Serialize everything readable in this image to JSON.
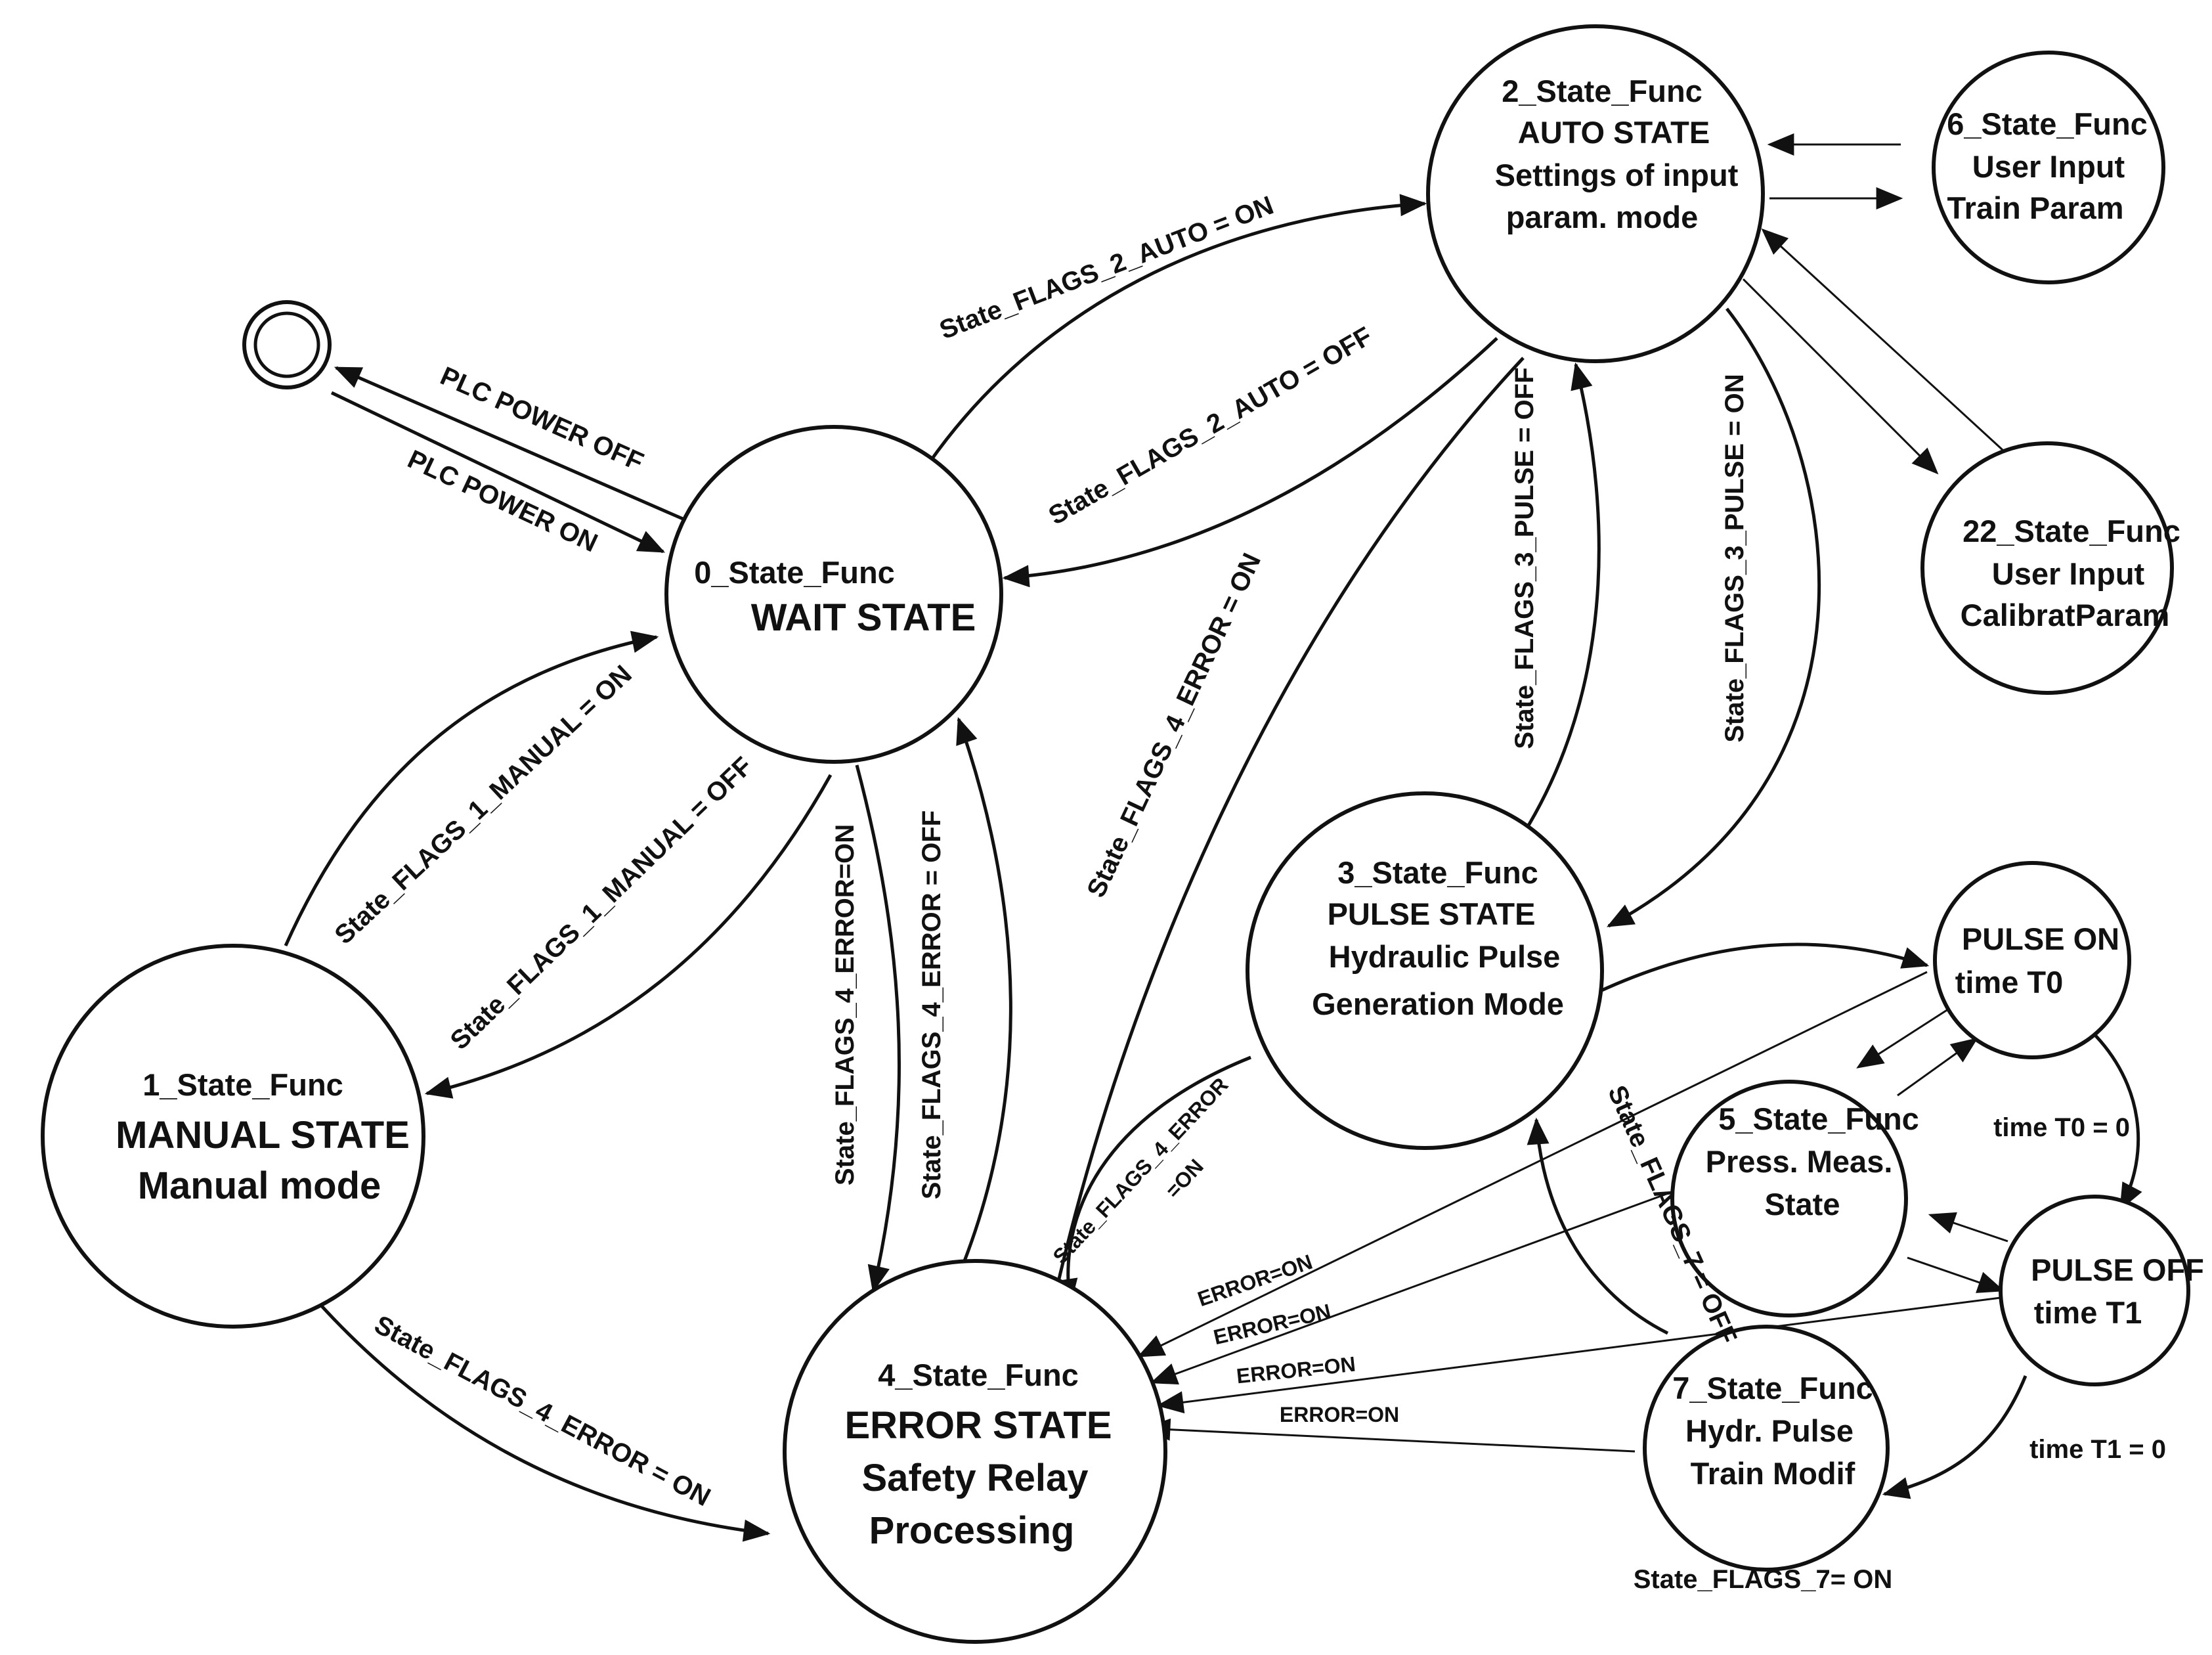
{
  "states": {
    "s0": {
      "line1": "0_State_Func",
      "line2": "WAIT STATE"
    },
    "s1": {
      "line1": "1_State_Func",
      "line2": "MANUAL STATE",
      "line3": "Manual mode"
    },
    "s2": {
      "line1": "2_State_Func",
      "line2": "AUTO STATE",
      "line3": "Settings of input",
      "line4": "param. mode"
    },
    "s3": {
      "line1": "3_State_Func",
      "line2": "PULSE STATE",
      "line3": "Hydraulic Pulse",
      "line4": "Generation Mode"
    },
    "s4": {
      "line1": "4_State_Func",
      "line2": "ERROR STATE",
      "line3": "Safety Relay",
      "line4": "Processing"
    },
    "s5": {
      "line1": "5_State_Func",
      "line2": "Press. Meas.",
      "line3": "State"
    },
    "s6": {
      "line1": "6_State_Func",
      "line2": "User Input",
      "line3": "Train Param"
    },
    "s7": {
      "line1": "7_State_Func",
      "line2": "Hydr. Pulse",
      "line3": "Train Modif"
    },
    "s22": {
      "line1": "22_State_Func",
      "line2": "User Input",
      "line3": "CalibratParam"
    },
    "pulse_on": {
      "line1": "PULSE ON",
      "line2": "time T0"
    },
    "pulse_off": {
      "line1": "PULSE OFF",
      "line2": "time T1"
    }
  },
  "transitions": {
    "plc_power_off": "PLC POWER OFF",
    "plc_power_on": "PLC POWER ON",
    "auto_on": "State_FLAGS_2_AUTO = ON",
    "auto_off": "State_FLAGS_2_AUTO = OFF",
    "manual_on": "State_FLAGS_1_MANUAL = ON",
    "manual_off": "State_FLAGS_1_MANUAL = OFF",
    "error_on_from_wait": "State_FLAGS_4_ERROR=ON",
    "error_off": "State_FLAGS_4_ERROR = OFF",
    "error_on_from_auto": "State_FLAGS_4_ERROR = ON",
    "error_on_from_manual": "State_FLAGS_4_ERROR = ON",
    "pulse_off_flag": "State_FLAGS_3_PULSE = OFF",
    "pulse_on_flag": "State_FLAGS_3_PULSE = ON",
    "error_on_from_pulse_line1": "State_FLAGS_4_ERROR",
    "error_on_from_pulse_line2": "=ON",
    "flags7_off": "State_FLAGS_7 = OFF",
    "flags7_on": "State_FLAGS_7= ON",
    "time_t0": "time T0 = 0",
    "time_t1": "time T1 = 0",
    "err1": "ERROR=ON",
    "err2": "ERROR=ON",
    "err3": "ERROR=ON",
    "err4": "ERROR=ON"
  }
}
